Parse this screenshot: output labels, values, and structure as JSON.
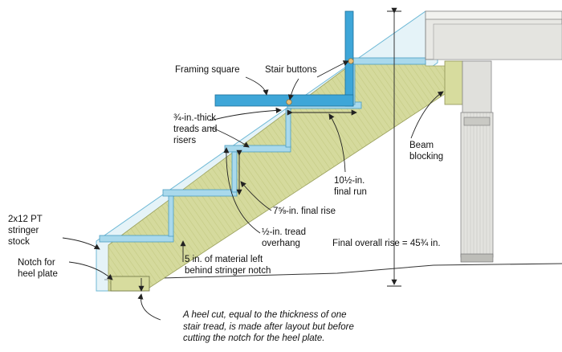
{
  "labels": {
    "framing_square": "Framing square",
    "stair_buttons": "Stair buttons",
    "treads_line1": "¾-in.-thick",
    "treads_line2": "treads and",
    "treads_line3": "risers",
    "beam_line1": "Beam",
    "beam_line2": "blocking",
    "final_run_line1": "10½-in.",
    "final_run_line2": "final run",
    "final_rise": "7⅝-in. final rise",
    "stringer_line1": "2x12 PT",
    "stringer_line2": "stringer",
    "stringer_line3": "stock",
    "overhang_line1": "½-in. tread",
    "overhang_line2": "overhang",
    "overall_rise": "Final overall rise = 45¾ in.",
    "notch_line1": "Notch for",
    "notch_line2": "heel plate",
    "material_line1": "5 in. of material left",
    "material_line2": "behind stringer notch"
  },
  "caption": {
    "line1": "A heel cut, equal to the thickness of one",
    "line2": "stair tread, is made after layout but before",
    "line3": "cutting the notch for the heel plate."
  },
  "colors": {
    "stringer": "#d6dba0",
    "stringer_dark": "#bfc47f",
    "glass": "#bfe3ef",
    "square": "#3ea6d8",
    "deck": "#e9e9e6",
    "post": "#dededa",
    "line": "#222222"
  }
}
